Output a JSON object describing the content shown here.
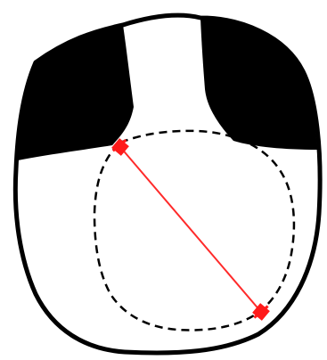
{
  "figure": {
    "colors": {
      "outline": "#000000",
      "fill_dark": "#000000",
      "background": "#ffffff",
      "measurement": "#ff2a2a"
    },
    "elements": [
      "outer-contour",
      "left-dark-region",
      "right-dark-region",
      "dashed-inner-contour",
      "red-measurement-line",
      "measurement-endpoint-marker-upper",
      "measurement-endpoint-marker-lower"
    ]
  }
}
